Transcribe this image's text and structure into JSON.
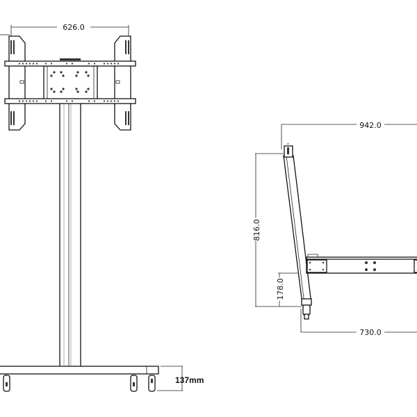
{
  "front_view": {
    "width_label": "626.0",
    "base_height_label": "137mm"
  },
  "side_view": {
    "depth_label": "942.0",
    "height_label": "816.0",
    "arm_height_label": "178.0",
    "base_depth_label": "730.0"
  }
}
